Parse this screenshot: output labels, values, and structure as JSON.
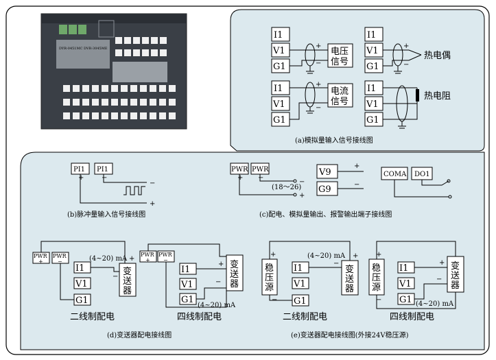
{
  "terminals": {
    "I1": "I1",
    "V1": "V1",
    "G1": "G1",
    "PI1": "PI1",
    "PWR": "PWR",
    "V9": "V9",
    "G9": "G9",
    "COMA": "COMA",
    "DO1": "DO1"
  },
  "symbols": {
    "plus": "+",
    "minus": "−"
  },
  "labels": {
    "voltage_signal": [
      "电压",
      "信号"
    ],
    "current_signal": [
      "电流",
      "信号"
    ],
    "thermocouple": "热电偶",
    "rtd": "热电阻",
    "transmitter": [
      "变",
      "送",
      "器"
    ],
    "regulated_supply": [
      "稳",
      "压",
      "源"
    ],
    "range_18_26": "(18～26)",
    "range_4_20": "(4~20) mA",
    "two_wire": "二线制配电",
    "four_wire": "四线制配电"
  },
  "captions": {
    "a": "(a)模拟量输入信号接线图",
    "b": "(b)脉冲量输入信号接线图",
    "c": "(c)配电、模拟量输出、报警输出端子接线图",
    "d": "(d)变送器配电接线图",
    "e": "(e)变送器配电接线图(外接24V稳压源)"
  },
  "colors": {
    "panel_bg": "#dce9ee",
    "device_body": "#3a3f46",
    "terminal": "#f0f0f0"
  }
}
